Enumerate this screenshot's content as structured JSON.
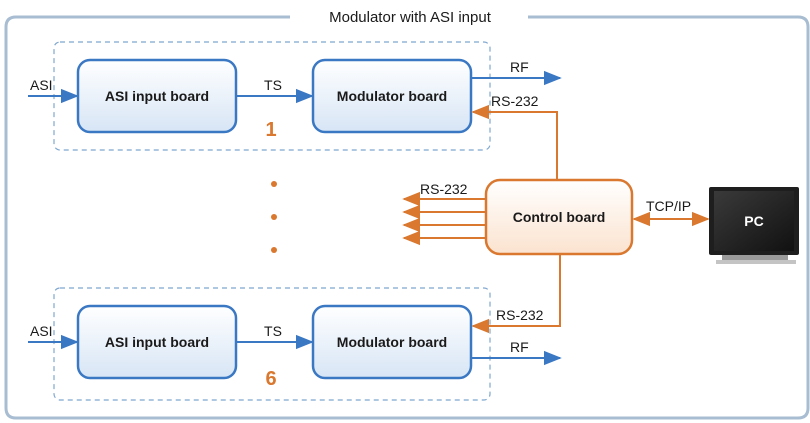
{
  "title": "Modulator with ASI input",
  "colors": {
    "frame": "#a8bdd2",
    "blue": "#3a78c4",
    "orange": "#d9782e",
    "dot": "#d9782e",
    "monitor_body": "#222222",
    "monitor_screen": "#1b1b1b"
  },
  "groups": [
    {
      "number": "1",
      "asi_label": "ASI",
      "asi_board": "ASI input board",
      "ts_label": "TS",
      "mod_board": "Modulator board",
      "rf_label": "RF",
      "rs232_label": "RS-232"
    },
    {
      "number": "6",
      "asi_label": "ASI",
      "asi_board": "ASI input board",
      "ts_label": "TS",
      "mod_board": "Modulator board",
      "rf_label": "RF",
      "rs232_label": "RS-232"
    }
  ],
  "control": {
    "label": "Control board",
    "rs232_label": "RS-232",
    "tcpip_label": "TCP/IP"
  },
  "pc": {
    "label": "PC",
    "icon": "monitor-icon"
  },
  "ellipsis_dots": 3
}
